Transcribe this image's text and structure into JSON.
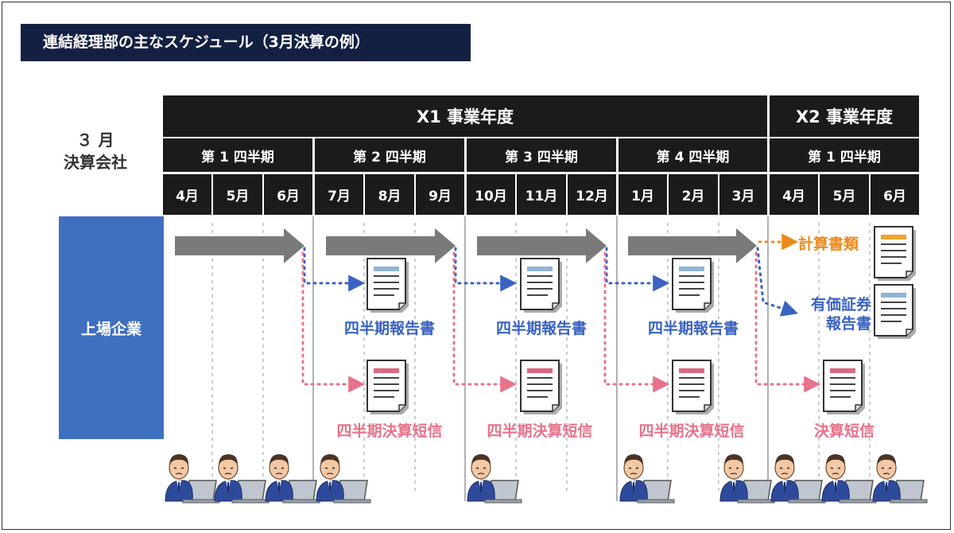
{
  "title": "連結経理部の主なスケジュール（3月決算の例）",
  "company_type": {
    "line1": "３ 月",
    "line2": "決算会社"
  },
  "fiscal_years": [
    {
      "label": "X1 事業年度"
    },
    {
      "label": "X2 事業年度"
    }
  ],
  "quarters": [
    {
      "label": "第 1 四半期"
    },
    {
      "label": "第 2 四半期"
    },
    {
      "label": "第 3 四半期"
    },
    {
      "label": "第 4 四半期"
    },
    {
      "label": "第 1 四半期"
    }
  ],
  "months": [
    "4月",
    "5月",
    "6月",
    "7月",
    "8月",
    "9月",
    "10月",
    "11月",
    "12月",
    "1月",
    "2月",
    "3月",
    "4月",
    "5月",
    "6月"
  ],
  "entity": "上場企業",
  "deliverables": {
    "quarterly_report": "四半期報告書",
    "quarterly_tanshin": "四半期決算短信",
    "financial_statements": "計算書類",
    "securities_report_line1": "有価証券",
    "securities_report_line2": "報告書",
    "tanshin": "決算短信"
  },
  "colors": {
    "title_bg": "#142042",
    "header_bg": "#1b1b1b",
    "entity_bg": "#3f6fbf",
    "blue": "#3a62c0",
    "pink": "#e8728a",
    "orange": "#ee8a1c",
    "arrow_gray": "#7a7a7a"
  }
}
